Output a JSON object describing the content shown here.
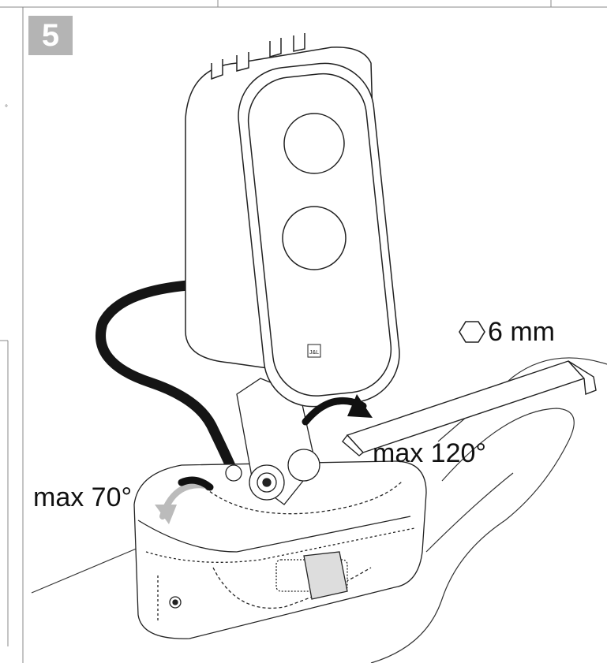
{
  "step": {
    "number": "5"
  },
  "labels": {
    "tool_size": "6 mm",
    "tilt_max": "max 120°",
    "swivel_max": "max 70°"
  },
  "icons": {
    "tool": "hex-key-icon",
    "rotate_arrow": "rotation-arrow-icon"
  },
  "colors": {
    "badge": "#b4b4b4",
    "line": "#222222",
    "cable": "#151515"
  },
  "product": {
    "logo_text": "J&L"
  }
}
